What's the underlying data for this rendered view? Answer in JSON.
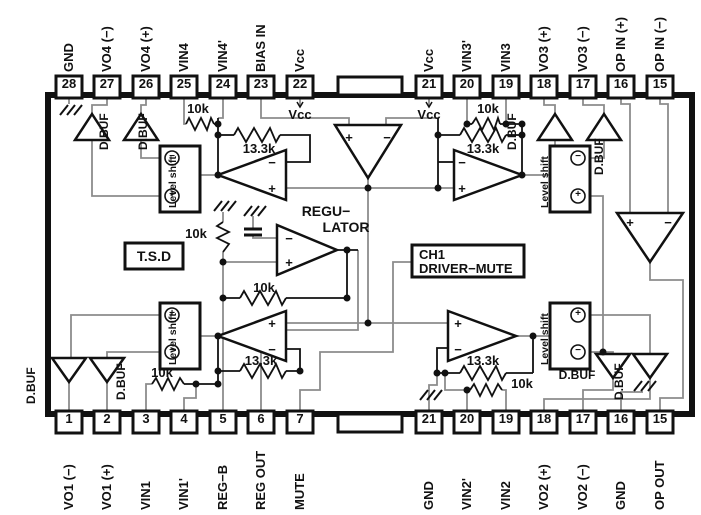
{
  "pins": {
    "top": [
      {
        "number": "28",
        "name": "GND"
      },
      {
        "number": "27",
        "name": "VO4 (−)"
      },
      {
        "number": "26",
        "name": "VO4 (+)"
      },
      {
        "number": "25",
        "name": "VIN4"
      },
      {
        "number": "24",
        "name": "VIN4'"
      },
      {
        "number": "23",
        "name": "BIAS IN"
      },
      {
        "number": "22",
        "name": "Vcc"
      },
      {
        "number": "21",
        "name": "Vcc"
      },
      {
        "number": "20",
        "name": "VIN3'"
      },
      {
        "number": "19",
        "name": "VIN3"
      },
      {
        "number": "18",
        "name": "VO3 (+)"
      },
      {
        "number": "17",
        "name": "VO3 (−)"
      },
      {
        "number": "16",
        "name": "OP IN (+)"
      },
      {
        "number": "15",
        "name": "OP IN (−)"
      }
    ],
    "bottom": [
      {
        "number": "1",
        "name": "VO1 (−)"
      },
      {
        "number": "2",
        "name": "VO1 (+)"
      },
      {
        "number": "3",
        "name": "VIN1"
      },
      {
        "number": "4",
        "name": "VIN1'"
      },
      {
        "number": "5",
        "name": "REG−B"
      },
      {
        "number": "6",
        "name": "REG OUT"
      },
      {
        "number": "7",
        "name": "MUTE"
      },
      {
        "number": "21",
        "name": "GND"
      },
      {
        "number": "20",
        "name": "VIN2'"
      },
      {
        "number": "19",
        "name": "VIN2"
      },
      {
        "number": "18",
        "name": "VO2 (+)"
      },
      {
        "number": "17",
        "name": "VO2 (−)"
      },
      {
        "number": "16",
        "name": "GND"
      },
      {
        "number": "15",
        "name": "OP OUT"
      }
    ]
  },
  "blocks": {
    "tsd": "T.S.D",
    "regulator_line1": "REGU−",
    "regulator_line2": "LATOR",
    "mute_line1": "CH1",
    "mute_line2": "DRIVER−MUTE",
    "level_shift": "Level shift",
    "dbuf": "D.BUF",
    "vcc": "Vcc"
  },
  "resistors": {
    "r10k": "10k",
    "r13_3k": "13.3k"
  },
  "signs": {
    "plus": "+",
    "minus": "−"
  },
  "colors": {
    "line": "#111111",
    "wire": "#8c8c8c",
    "background": "#ffffff"
  }
}
